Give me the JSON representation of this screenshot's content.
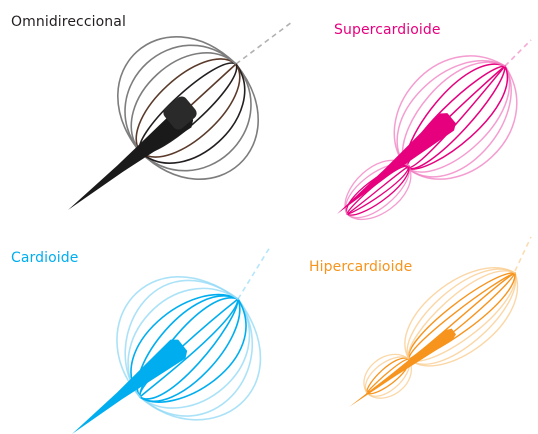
{
  "patterns": [
    {
      "key": "omni",
      "label": "Omnidireccional",
      "color": "#231f20",
      "light": "#8a8a8a",
      "mic": "#1a1a1a",
      "icon": "omnidirectional-pattern-icon"
    },
    {
      "key": "super",
      "label": "Supercardioide",
      "color": "#e6007e",
      "light": "#f07cc0",
      "mic": "#e6007e",
      "icon": "supercardioid-pattern-icon"
    },
    {
      "key": "card",
      "label": "Cardioide",
      "color": "#00aeef",
      "light": "#8fd8f6",
      "mic": "#00aeef",
      "icon": "cardioid-pattern-icon"
    },
    {
      "key": "hyper",
      "label": "Hipercardioide",
      "color": "#f7941d",
      "light": "#fac98a",
      "mic": "#f7941d",
      "icon": "hypercardioid-pattern-icon"
    }
  ]
}
